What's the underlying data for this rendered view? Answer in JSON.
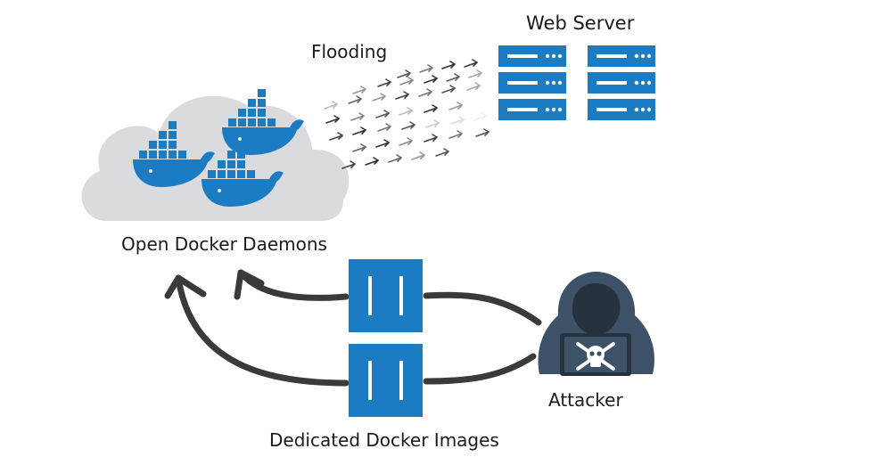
{
  "labels": {
    "web_server": "Web Server",
    "flooding": "Flooding",
    "open_docker_daemons": "Open Docker Daemons",
    "attacker": "Attacker",
    "dedicated_docker_images": "Dedicated Docker Images"
  },
  "colors": {
    "docker_blue": "#1b7bc3",
    "cloud_gray": "#d9dbdf",
    "arrow_dark": "#3a3a3a",
    "hacker_slate": "#3d5268",
    "text": "#1a1a1a"
  },
  "icons": {
    "cloud": "cloud-icon",
    "docker_whale": "docker-whale-icon",
    "server": "server-rack-icon",
    "container_image": "container-image-icon",
    "attacker": "hooded-hacker-icon",
    "skull": "skull-crossbones-icon"
  }
}
